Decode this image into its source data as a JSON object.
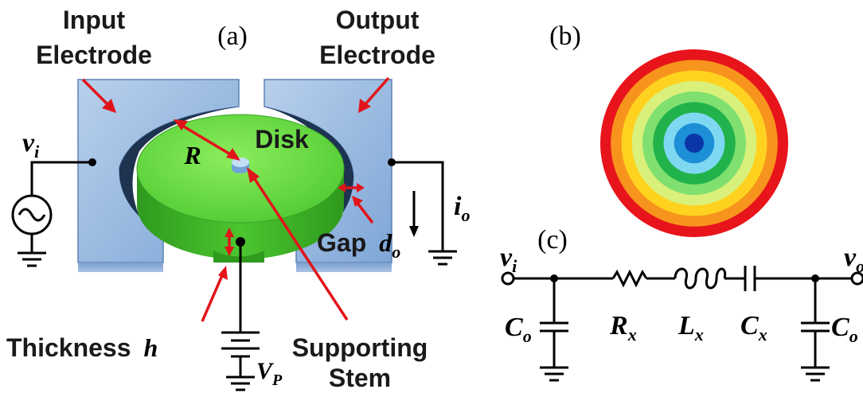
{
  "panel_a": {
    "tag": "(a)",
    "input_electrode": [
      "Input",
      "Electrode"
    ],
    "output_electrode": [
      "Output",
      "Electrode"
    ],
    "disk": "Disk",
    "radius": "R",
    "gap_prefix": "Gap",
    "gap_sym": "d",
    "gap_sub": "o",
    "thickness_prefix": "Thickness",
    "thickness_sym": "h",
    "stem": [
      "Supporting",
      "Stem"
    ],
    "vi_sym": "v",
    "vi_sub": "i",
    "io_sym": "i",
    "io_sub": "o",
    "vp_sym": "V",
    "vp_sub": "P"
  },
  "panel_b": {
    "tag": "(b)",
    "rings": [
      "#e8141b",
      "#f7941d",
      "#ffd21f",
      "#d9f07a",
      "#7fe06f",
      "#22b24c",
      "#7fd8f2",
      "#1c8fd6",
      "#0a36a8"
    ]
  },
  "panel_c": {
    "tag": "(c)",
    "vi_sym": "v",
    "vi_sub": "i",
    "vo_sym": "v",
    "vo_sub": "o",
    "co_left_sym": "C",
    "co_left_sub": "o",
    "rx_sym": "R",
    "rx_sub": "x",
    "lx_sym": "L",
    "lx_sub": "x",
    "cx_sym": "C",
    "cx_sub": "x",
    "co_right_sym": "C",
    "co_right_sub": "o"
  },
  "colors": {
    "electrode": "#8fb3dd",
    "disk": "#5cd23a",
    "annotation": "#e2141b"
  }
}
